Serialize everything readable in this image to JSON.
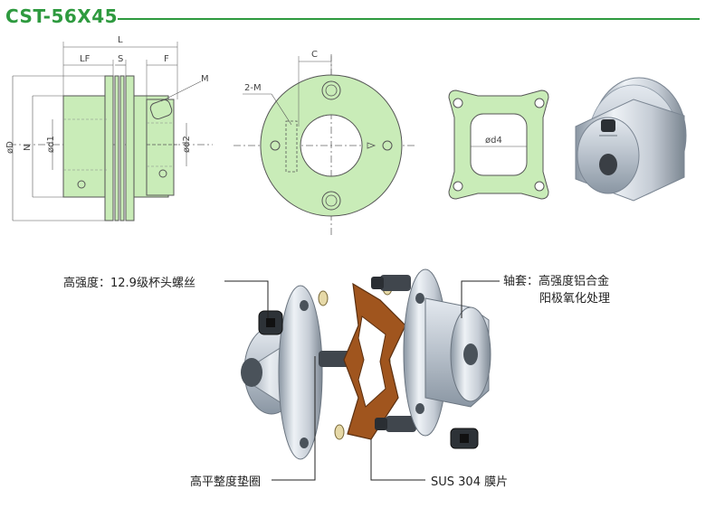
{
  "title": "CST-56X45",
  "colors": {
    "accent": "#2e9a3f",
    "part_fill": "#c9ecb8",
    "part_stroke": "#555555",
    "metal_light": "#dfe5ec",
    "metal_dark": "#8a96a3",
    "bronze": "#a0551e"
  },
  "dimensions": {
    "L": "L",
    "LF": "LF",
    "S": "S",
    "F": "F",
    "M": "M",
    "D": "øD",
    "N": "N",
    "d1": "ød1",
    "d2": "ød2",
    "C": "C",
    "two_M": "2-M",
    "d4": "ød4"
  },
  "callouts": {
    "screw": "高强度：12.9级杯头螺丝",
    "hub_line1": "轴套：高强度铝合金",
    "hub_line2": "阳极氧化处理",
    "washer": "高平整度垫圈",
    "diaphragm": "SUS 304 膜片"
  }
}
